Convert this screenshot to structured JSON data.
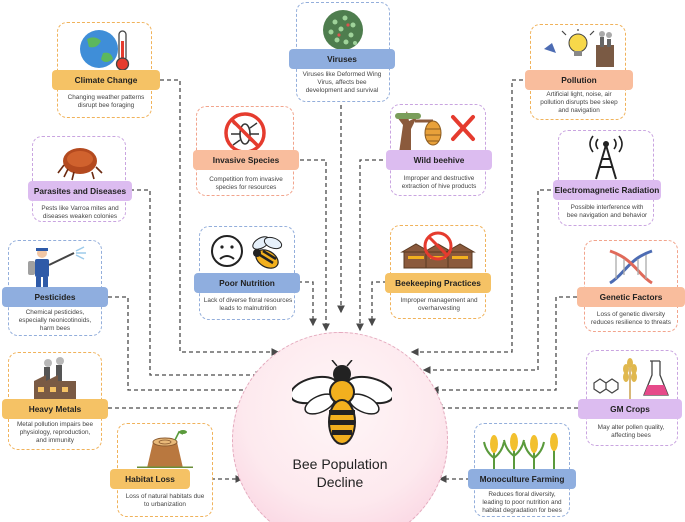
{
  "center": {
    "title_line1": "Bee Population",
    "title_line2": "Decline"
  },
  "factors": {
    "climate_change": {
      "label": "Climate Change",
      "desc": [
        "Changing weather patterns",
        "disrupt bee foraging"
      ]
    },
    "viruses": {
      "label": "Viruses",
      "desc": [
        "Viruses like Deformed Wing",
        "Virus, affects bee",
        "development and survival"
      ]
    },
    "pollution": {
      "label": "Pollution",
      "desc": [
        "Artificial light, noise, air",
        "pollution disrupts bee sleep",
        "and navigation"
      ]
    },
    "invasive_species": {
      "label": "Invasive Species",
      "desc": [
        "Competition from invasive",
        "species for resources"
      ]
    },
    "wild_beehive": {
      "label": "Wild beehive",
      "desc": [
        "Improper and destructive",
        "extraction of hive products"
      ]
    },
    "parasites": {
      "label": "Parasites and Diseases",
      "desc": [
        "Pests like Varroa mites and",
        "diseases weaken colonies"
      ]
    },
    "emr": {
      "label": "Electromagnetic Radiation",
      "desc": [
        "Possible interference with",
        "bee navigation and behavior"
      ]
    },
    "pesticides": {
      "label": "Pesticides",
      "desc": [
        "Chemical pesticides,",
        "especially neonicotinoids,",
        "harm bees"
      ]
    },
    "poor_nutrition": {
      "label": "Poor Nutrition",
      "desc": [
        "Lack of diverse floral resources",
        "leads to malnutrition"
      ]
    },
    "beekeeping": {
      "label": "Beekeeping Practices",
      "desc": [
        "Improper management and",
        "overharvesting"
      ]
    },
    "genetic": {
      "label": "Genetic Factors",
      "desc": [
        "Loss of genetic diversity",
        "reduces resilience to threats"
      ]
    },
    "heavy_metals": {
      "label": "Heavy Metals",
      "desc": [
        "Metal pollution impairs bee",
        "physiology, reproduction,",
        "and immunity"
      ]
    },
    "gm_crops": {
      "label": "GM Crops",
      "desc": [
        "May alter pollen quality,",
        "affecting bees"
      ]
    },
    "habitat_loss": {
      "label": "Habitat Loss",
      "desc": [
        "Loss of natural habitats due",
        "to urbanization"
      ]
    },
    "monoculture": {
      "label": "Monoculture Farming",
      "desc": [
        "Reduces floral diversity,",
        "leading to poor nutrition and",
        "habitat degradation for bees"
      ]
    }
  },
  "colors": {
    "connector": "#4a4a4a",
    "label_yellow": "#f5c265",
    "label_salmon": "#f9bd9d",
    "label_lilac": "#dcbcf0",
    "label_blue": "#8faedf",
    "center_fill": "#fde9ee",
    "center_border": "#e4a9bd"
  },
  "icons": {
    "climate_change": "globe-thermometer-icon",
    "viruses": "virus-icon",
    "pollution": "factory-lightbulb-icon",
    "invasive_species": "no-insect-icon",
    "wild_beehive": "beehive-cross-icon",
    "parasites": "mite-icon",
    "emr": "radio-tower-icon",
    "pesticides": "sprayer-person-icon",
    "poor_nutrition": "sad-face-bee-icon",
    "beekeeping": "no-hives-icon",
    "genetic": "dna-icon",
    "heavy_metals": "factory-icon",
    "gm_crops": "molecule-wheat-flask-icon",
    "habitat_loss": "tree-stump-icon",
    "monoculture": "corn-field-icon",
    "center": "bee-icon"
  }
}
